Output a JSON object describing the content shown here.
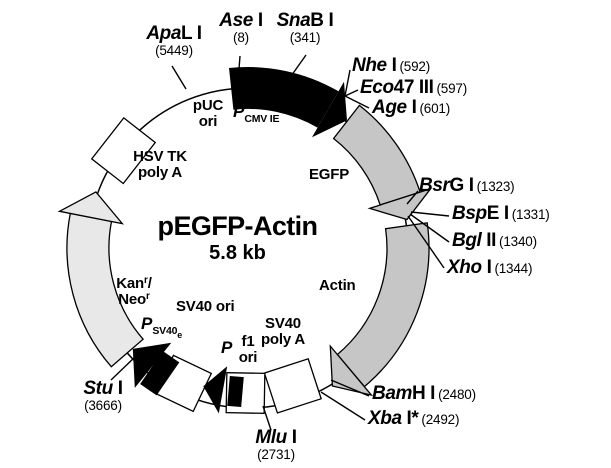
{
  "plasmid": {
    "name": "pEGFP-Actin",
    "size": "5.8 kb"
  },
  "colors": {
    "black": "#000000",
    "arc_gray": "#c6c6c6",
    "kan_gray": "#e8e8e8",
    "box_white": "#ffffff",
    "background": "#ffffff"
  },
  "enzyme_labels": {
    "ase": {
      "it": "Ase",
      "ro": " I",
      "pos": "(8)"
    },
    "snab": {
      "it": "Sna",
      "ro": "B I",
      "pos": "(341)"
    },
    "apal": {
      "it": "Apa",
      "ro": "L I",
      "pos": "(5449)"
    },
    "nhe": {
      "it": "Nhe",
      "ro": " I",
      "pos": "(592)"
    },
    "eco47": {
      "it": "Eco",
      "ro": "47 III",
      "pos": "(597)"
    },
    "age": {
      "it": "Age",
      "ro": " I",
      "pos": "(601)"
    },
    "bsrg": {
      "it": "Bsr",
      "ro": "G I",
      "pos": "(1323)"
    },
    "bspe": {
      "it": "Bsp",
      "ro": "E I",
      "pos": "(1331)"
    },
    "bgl": {
      "it": "Bgl",
      "ro": " II",
      "pos": "(1340)"
    },
    "xho": {
      "it": "Xho",
      "ro": " I",
      "pos": "(1344)"
    },
    "bamh": {
      "it": "Bam",
      "ro": "H I",
      "pos": "(2480)"
    },
    "xba": {
      "it": "Xba",
      "ro": " I*",
      "pos": "(2492)"
    },
    "mlu": {
      "it": "Mlu",
      "ro": " I",
      "pos": "(2731)"
    },
    "stu": {
      "it": "Stu",
      "ro": " I",
      "pos": "(3666)"
    }
  },
  "features": {
    "puc_ori": {
      "line1": "pUC",
      "line2": "ori"
    },
    "hsv_tk_polya": {
      "line1": "HSV TK",
      "line2": "poly A"
    },
    "egfp": {
      "label": "EGFP"
    },
    "actin": {
      "label": "Actin"
    },
    "kan_neo": {
      "kan": "Kan",
      "kan_sup": "r",
      "slash": "/",
      "neo": "Neo",
      "neo_sup": "r"
    },
    "sv40_ori": {
      "label": "SV40 ori"
    },
    "p_cmv": {
      "p": "P",
      "sub": "CMV IE"
    },
    "p_sv40e": {
      "p": "P",
      "sub": "SV40",
      "subsub": "e"
    },
    "p_f1": {
      "p": "P"
    },
    "f1_ori": {
      "line1": "f1",
      "line2": "ori"
    },
    "sv40_polya": {
      "line1": "SV40",
      "line2": "poly A"
    }
  }
}
